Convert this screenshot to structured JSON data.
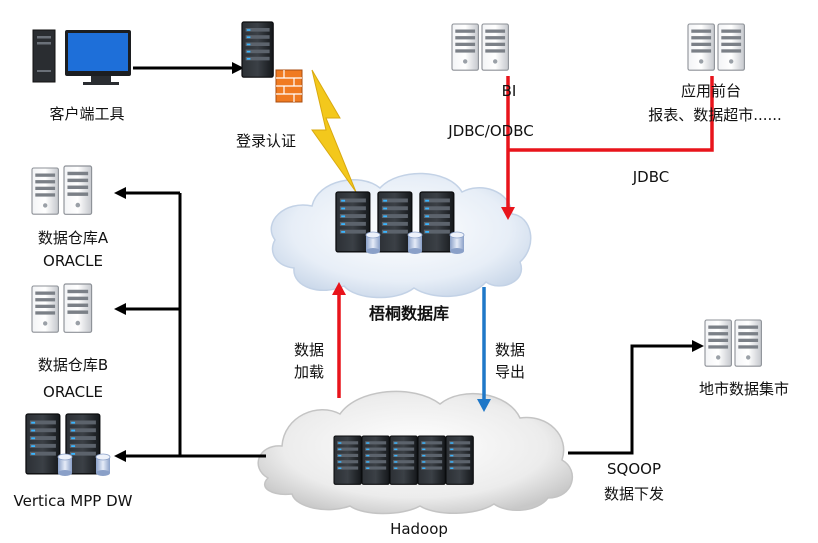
{
  "labels": {
    "client_tool": "客户端工具",
    "login_auth": "登录认证",
    "bi": "BI",
    "jdbc_odbc": "JDBC/ODBC",
    "app_front": "应用前台",
    "reports": "报表、数据超市......",
    "jdbc": "JDBC",
    "dw_a": "数据仓库A",
    "dw_a_db": "ORACLE",
    "dw_b": "数据仓库B",
    "dw_b_db": "ORACLE",
    "vertica": "Vertica MPP DW",
    "wutong_db": "梧桐数据库",
    "data_load_1": "数据",
    "data_load_2": "加载",
    "data_export_1": "数据",
    "data_export_2": "导出",
    "city_mart": "地市数据集市",
    "sqoop": "SQOOP",
    "data_dispatch": "数据下发",
    "hadoop": "Hadoop"
  },
  "colors": {
    "red_arrow": "#e8141b",
    "blue_arrow": "#1f78c8",
    "black_arrow": "#000000",
    "cloud_fill": "#dde8f4",
    "hadoop_cloud_fill": "#e2e2e2",
    "lightning": "#f3c81c"
  },
  "icons": [
    "desktop-icon",
    "firewall-server-icon",
    "server-icon",
    "database-icon",
    "cloud-icon",
    "lightning-icon"
  ]
}
